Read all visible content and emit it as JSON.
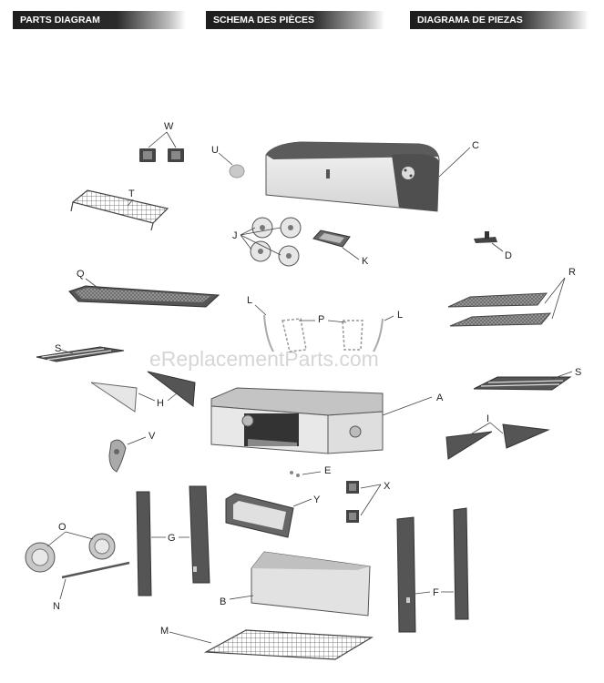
{
  "headers": [
    "PARTS DIAGRAM",
    "SCHEMA DES PIÈCES",
    "DIAGRAMA DE PIEZAS"
  ],
  "watermark": "eReplacementParts.com",
  "labels": {
    "W": "W",
    "U": "U",
    "C": "C",
    "T": "T",
    "J": "J",
    "K": "K",
    "D": "D",
    "Q": "Q",
    "R": "R",
    "L": "L",
    "P": "P",
    "L2": "L",
    "S": "S",
    "S2": "S",
    "H": "H",
    "A": "A",
    "I": "I",
    "V": "V",
    "E": "E",
    "X": "X",
    "Y": "Y",
    "O": "O",
    "G": "G",
    "F": "F",
    "N": "N",
    "B": "B",
    "M": "M"
  },
  "colors": {
    "header_bg": "#1e1e1e",
    "part_dark": "#4a4a4a",
    "part_light": "#e8e8e8"
  }
}
